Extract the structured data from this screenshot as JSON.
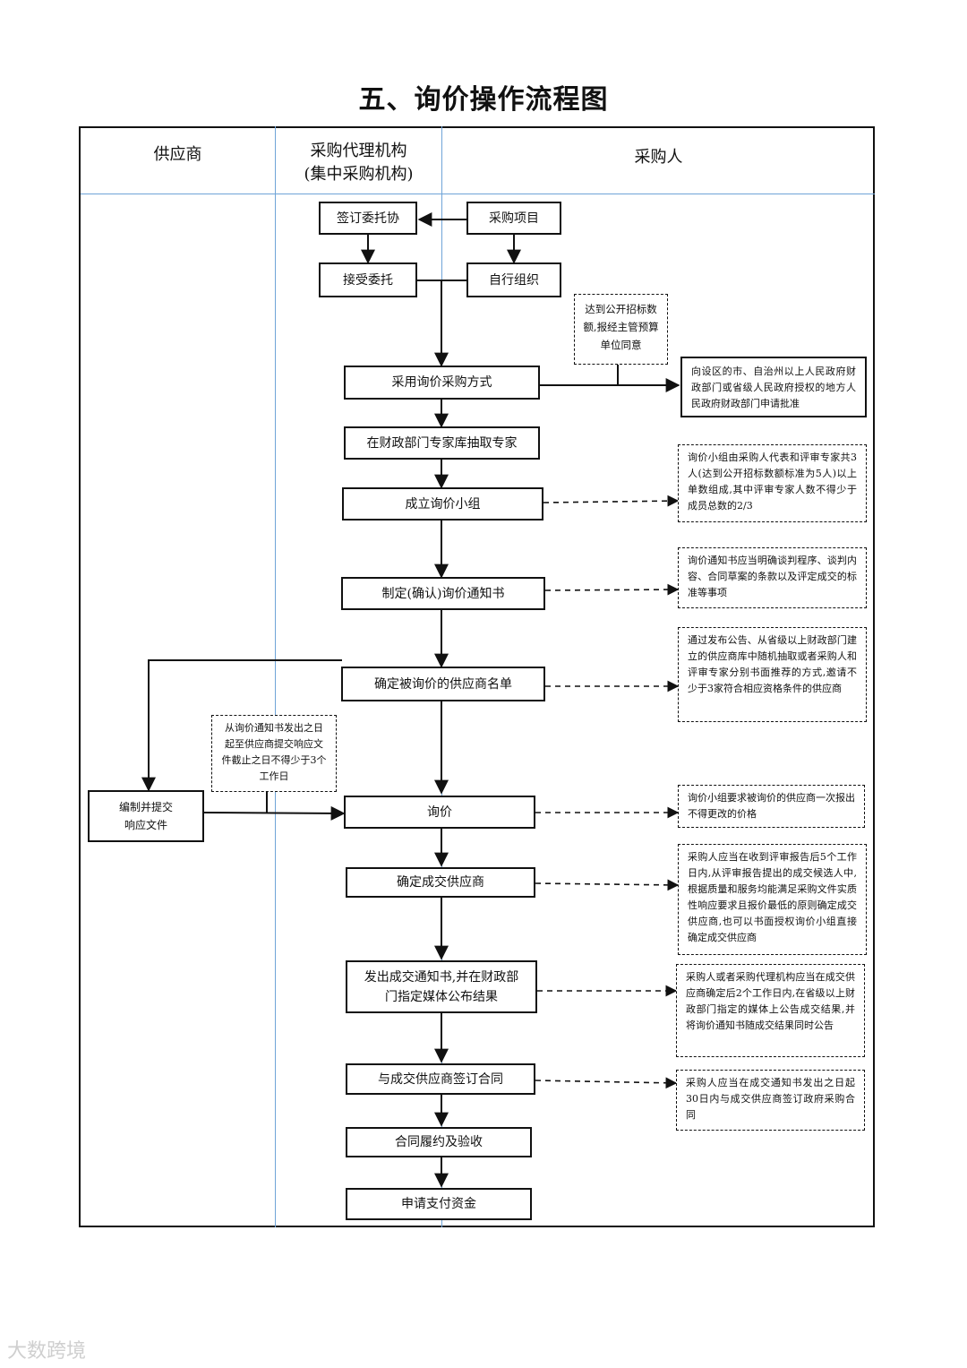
{
  "title": "五、询价操作流程图",
  "lanes": {
    "supplier": "供应商",
    "agency_line1": "采购代理机构",
    "agency_line2": "(集中采购机构)",
    "purchaser": "采购人"
  },
  "boxes": {
    "sign_entrust": "签订委托协",
    "purchase_project": "采购项目",
    "accept_entrust": "接受委托",
    "self_organize": "自行组织",
    "adopt_inquiry": "采用询价采购方式",
    "draw_experts": "在财政部门专家库抽取专家",
    "form_group": "成立询价小组",
    "draft_notice": "制定(确认)询价通知书",
    "determine_suppliers": "确定被询价的供应商名单",
    "prepare_response_line1": "编制并提交",
    "prepare_response_line2": "响应文件",
    "inquiry": "询价",
    "determine_winner": "确定成交供应商",
    "issue_notice_line1": "发出成交通知书,并在财政部",
    "issue_notice_line2": "门指定媒体公布结果",
    "sign_contract": "与成交供应商签订合同",
    "perform_accept": "合同履约及验收",
    "apply_payment": "申请支付资金"
  },
  "notes": {
    "threshold_note": "达到公开招标数额,报经主管预算单位同意",
    "approval_note": "向设区的市、自治州以上人民政府财政部门或省级人民政府授权的地方人民政府财政部门申请批准",
    "group_note": "询价小组由采购人代表和评审专家共3人(达到公开招标数额标准为5人)以上单数组成,其中评审专家人数不得少于成员总数的2/3",
    "notice_note": "询价通知书应当明确谈判程序、谈判内容、合同草案的条款以及评定成交的标准等事项",
    "supplier_note": "通过发布公告、从省级以上财政部门建立的供应商库中随机抽取或者采购人和评审专家分别书面推荐的方式,邀请不少于3家符合相应资格条件的供应商",
    "deadline_note": "从询价通知书发出之日起至供应商提交响应文件截止之日不得少于3个工作日",
    "price_note": "询价小组要求被询价的供应商一次报出不得更改的价格",
    "winner_note": "采购人应当在收到评审报告后5个工作日内,从评审报告提出的成交候选人中,根据质量和服务均能满足采购文件实质性响应要求且报价最低的原则确定成交供应商,也可以书面授权询价小组直接确定成交供应商",
    "publish_note": "采购人或者采购代理机构应当在成交供应商确定后2个工作日内,在省级以上财政部门指定的媒体上公告成交结果,并将询价通知书随成交结果同时公告",
    "contract_note": "采购人应当在成交通知书发出之日起30日内与成交供应商签订政府采购合同"
  },
  "watermark": "大数跨境"
}
